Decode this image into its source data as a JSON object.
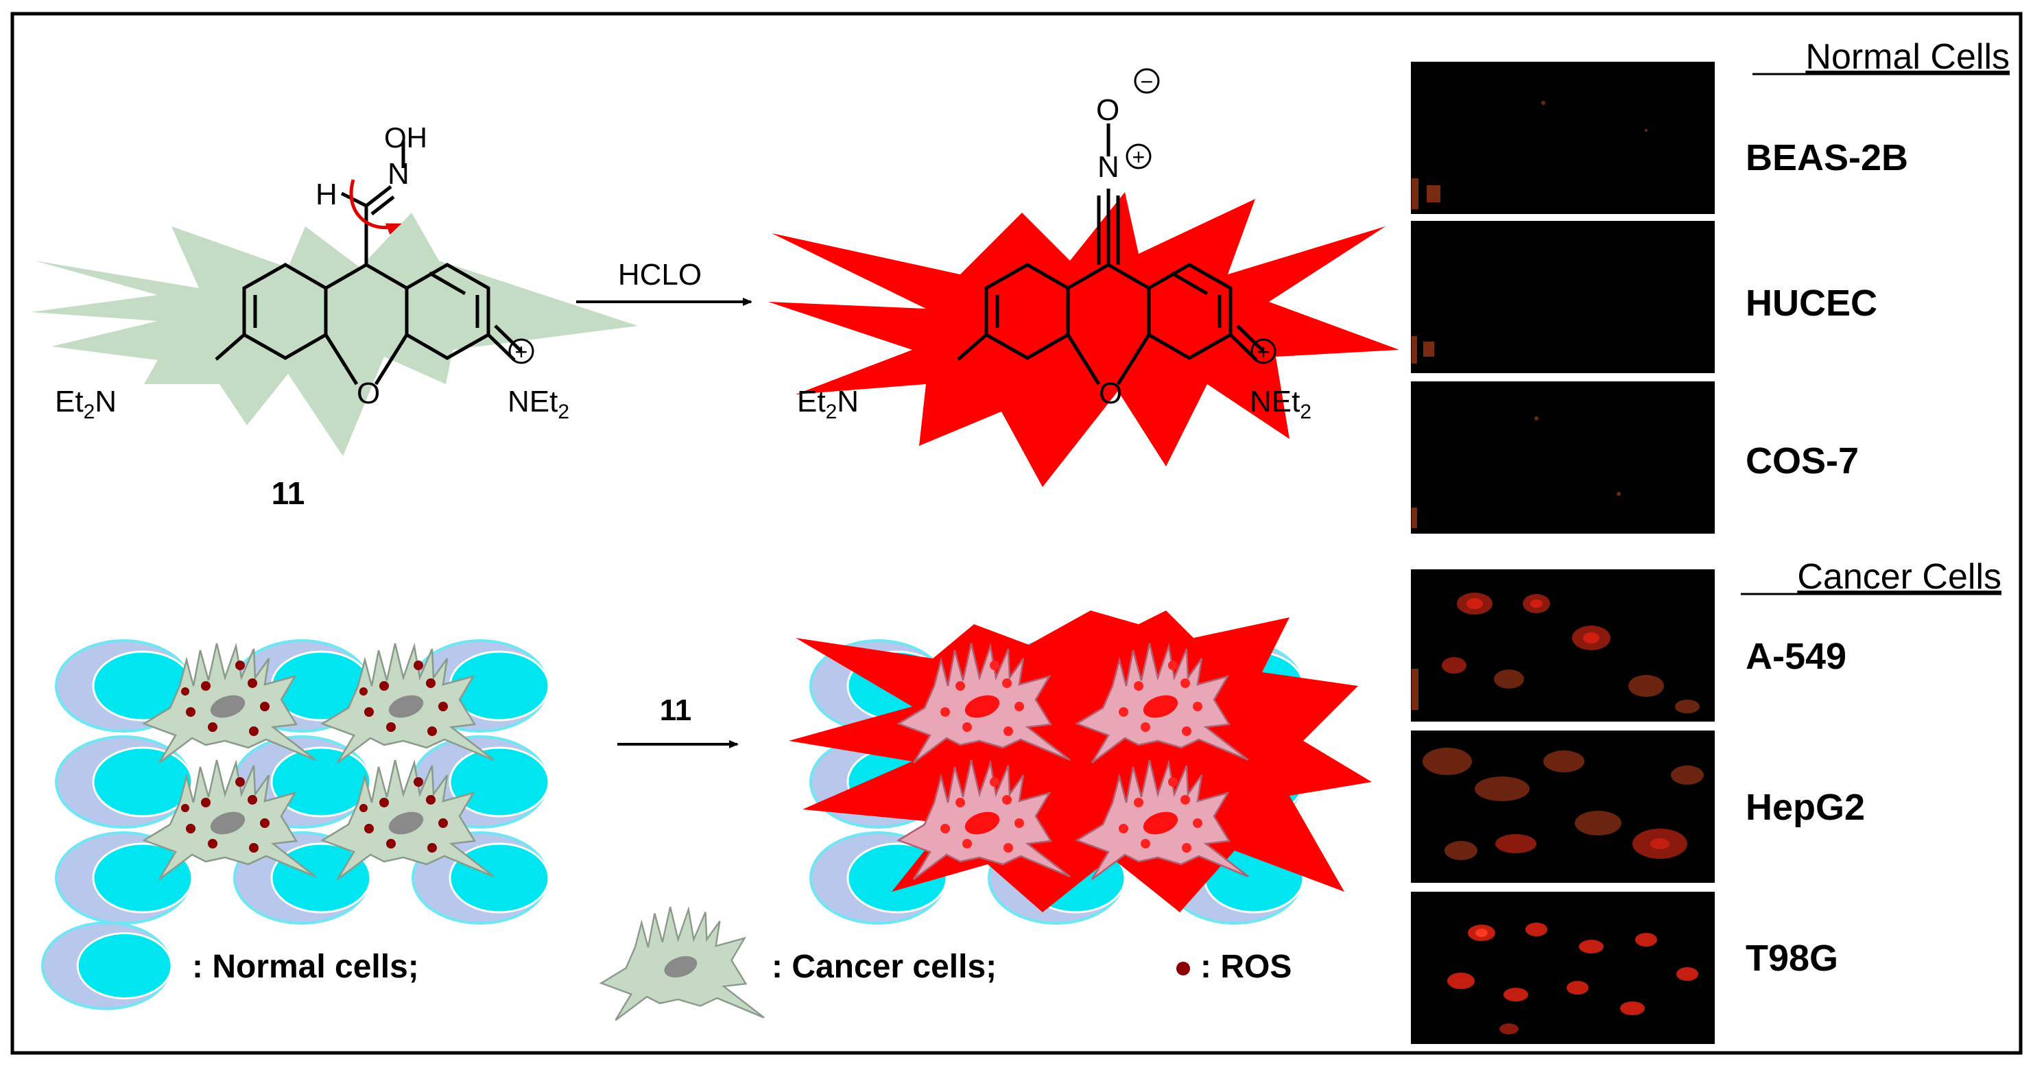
{
  "scheme": {
    "compound_label": "11",
    "reagent": "HCLO",
    "step_label": "11",
    "substituent_left_main": "Et",
    "substituent_left_sub": "2",
    "substituent_left_tail": "N",
    "substituent_right_main": "NEt",
    "substituent_right_sub": "2",
    "oxygen": "O",
    "oxime_oh": "OH",
    "oxime_n": "N",
    "hydrogen": "H",
    "nitrile_o": "O",
    "nitrile_n": "N",
    "plus": "+",
    "minus": "−",
    "glow_colors": {
      "probe": "#c4dcc4",
      "product": "#ff0000"
    }
  },
  "legend": {
    "normal": ": Normal cells;",
    "cancer": ": Cancer cells;",
    "ros": ": ROS",
    "colors": {
      "normal_outer": "#b8c8ec",
      "normal_inner": "#00e6f0",
      "cancer": "#c6d9c4",
      "ros": "#8b0000"
    }
  },
  "panels": {
    "normal_header": "Normal Cells",
    "cancer_header": "Cancer Cells",
    "normal": [
      "BEAS-2B",
      "HUCEC",
      "COS-7"
    ],
    "cancer": [
      "A-549",
      "HepG2",
      "T98G"
    ]
  }
}
